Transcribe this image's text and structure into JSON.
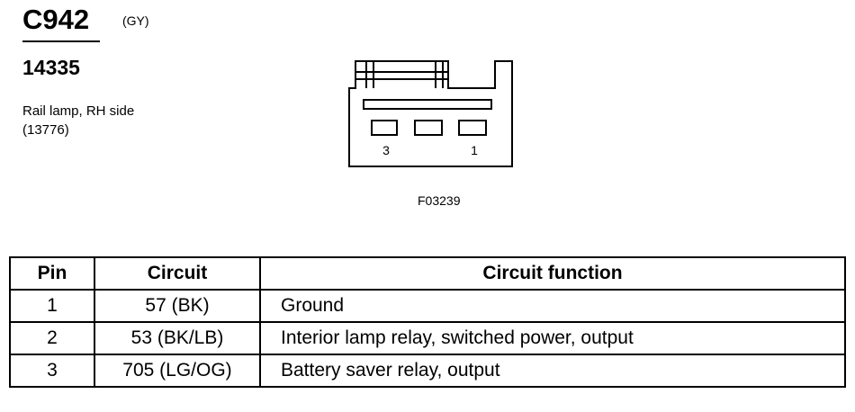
{
  "connector": {
    "id": "C942",
    "color_code": "(GY)",
    "part_number": "14335",
    "description": "Rail lamp, RH side",
    "description_code": "(13776)"
  },
  "diagram": {
    "pin_labels": [
      "3",
      "1"
    ],
    "figure_id": "F03239"
  },
  "table": {
    "headers": {
      "pin": "Pin",
      "circuit": "Circuit",
      "function": "Circuit function"
    },
    "rows": [
      {
        "pin": "1",
        "circuit": "57 (BK)",
        "function": "Ground"
      },
      {
        "pin": "2",
        "circuit": "53 (BK/LB)",
        "function": "Interior lamp relay, switched power, output"
      },
      {
        "pin": "3",
        "circuit": "705 (LG/OG)",
        "function": "Battery saver relay, output"
      }
    ]
  }
}
